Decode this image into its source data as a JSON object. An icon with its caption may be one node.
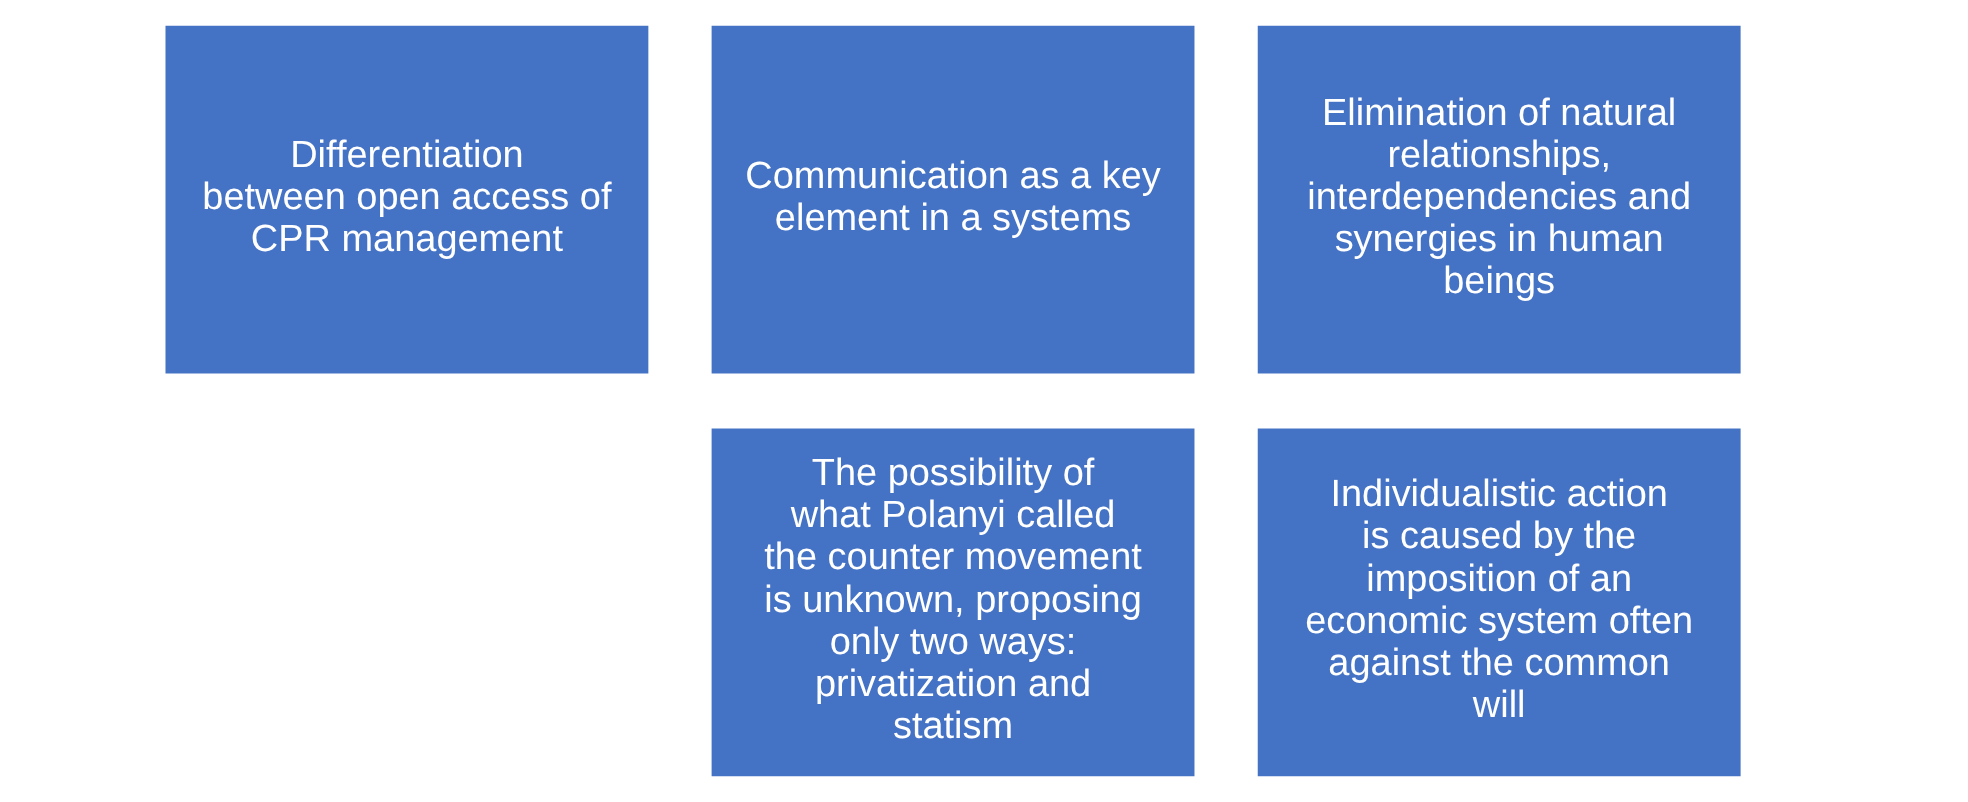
{
  "diagram": {
    "nodes": [
      {
        "text": [
          "Differentiation between open access of CPR management"
        ]
      },
      {
        "text": [
          "Communication as a key element in a systems"
        ]
      },
      {
        "text": [
          "Elimination of natural relationships, interdependencies and synergies in human beings"
        ]
      },
      {
        "text": [
          "The possibility of what Polanyi called the counter movement is unknown, proposing only two ways: privatization and statism"
        ]
      },
      {
        "text": [
          "Individualistic action is caused by the imposition of an economic system often against the common will"
        ]
      }
    ]
  }
}
